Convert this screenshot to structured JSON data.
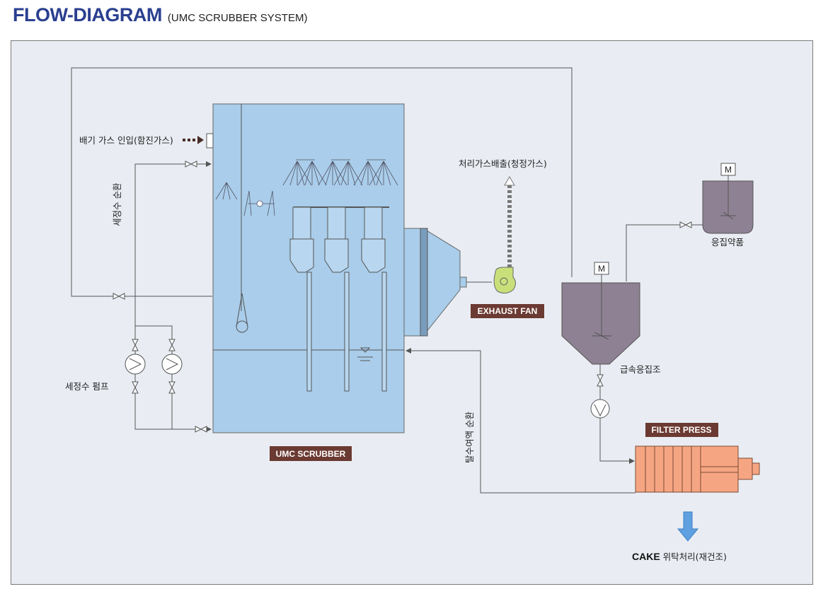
{
  "title": {
    "main": "FLOW-DIAGRAM",
    "sub": "(UMC SCRUBBER SYSTEM)"
  },
  "labels": {
    "inlet_gas": "배기 가스 인입(함진가스)",
    "treated_gas": "처리가스배출(청정가스)",
    "wash_water_circulation": "세정수 순환",
    "wash_water_pump": "세정수 펌프",
    "dewater_circulation": "탈수여액 순환",
    "coagulant": "응집약품",
    "rapid_coagulation_tank": "급속응집조",
    "cake_bold": "CAKE",
    "cake_rest": " 위탁처리(재건조)",
    "motor_1": "M",
    "motor_2": "M"
  },
  "tags": {
    "umc_scrubber": "UMC SCRUBBER",
    "exhaust_fan": "EXHAUST FAN",
    "filter_press": "FILTER PRESS"
  },
  "colors": {
    "title": "#2a3f8f",
    "scrubber_fill": "#a9cdea",
    "tank_fill": "#8e8193",
    "filter_press_fill": "#f6a582",
    "fan_fill": "#c9e07a",
    "tag_bg": "#6b3a32",
    "arrow_blue": "#5fa0e0"
  }
}
